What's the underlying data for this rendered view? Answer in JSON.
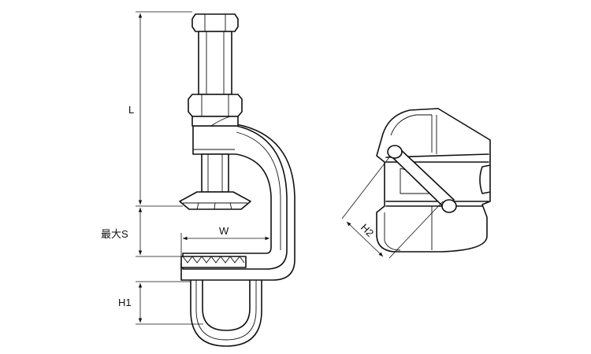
{
  "labels": {
    "L": "L",
    "S": "最大S",
    "W": "W",
    "H1": "H1",
    "H2": "H2"
  }
}
